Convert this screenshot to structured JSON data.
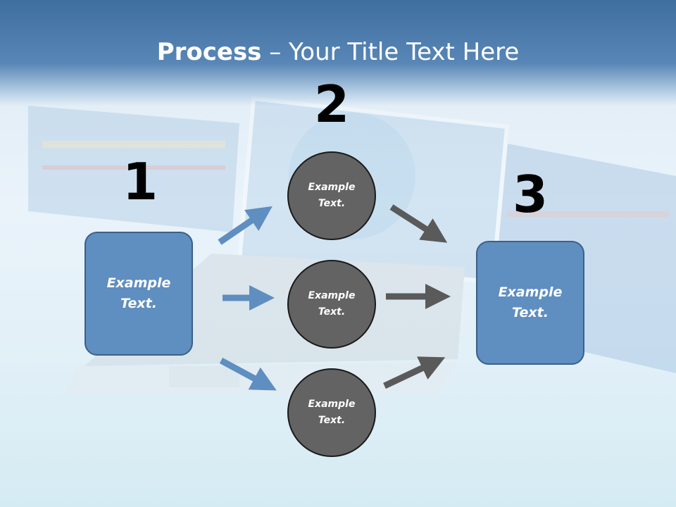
{
  "title": {
    "bold": "Process",
    "rest": " – Your Title Text Here"
  },
  "steps": [
    {
      "number": "1"
    },
    {
      "number": "2"
    },
    {
      "number": "3"
    }
  ],
  "left_box": {
    "text": "Example Text."
  },
  "right_box": {
    "text": "Example Text."
  },
  "circles": [
    {
      "text": "Example Text."
    },
    {
      "text": "Example Text."
    },
    {
      "text": "Example Text."
    }
  ],
  "colors": {
    "box_fill": "#5f8ec0",
    "circle_fill": "#636363",
    "arrow_blue": "#5f8ec0",
    "arrow_gray": "#5a5a5a",
    "title_band": "#4a7aad"
  }
}
